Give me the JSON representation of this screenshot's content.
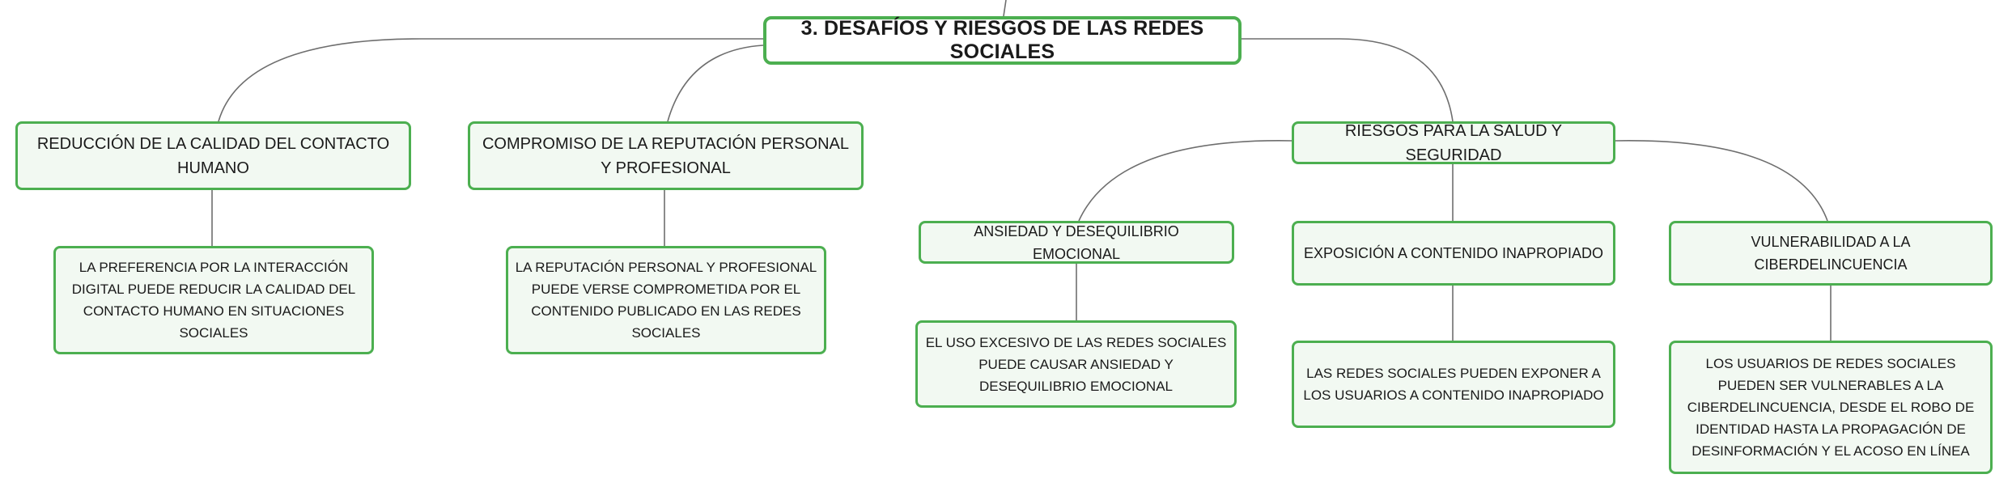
{
  "root": {
    "title": "3. DESAFÍOS Y RIESGOS DE LAS REDES SOCIALES"
  },
  "branches": [
    {
      "title": "REDUCCIÓN DE LA CALIDAD DEL CONTACTO HUMANO",
      "detail": "LA PREFERENCIA POR LA INTERACCIÓN DIGITAL PUEDE REDUCIR LA CALIDAD DEL CONTACTO HUMANO EN SITUACIONES SOCIALES"
    },
    {
      "title": "COMPROMISO DE LA REPUTACIÓN PERSONAL Y PROFESIONAL",
      "detail": "LA REPUTACIÓN PERSONAL Y PROFESIONAL PUEDE VERSE COMPROMETIDA POR EL CONTENIDO PUBLICADO EN LAS REDES SOCIALES"
    },
    {
      "title": "RIESGOS PARA LA SALUD Y SEGURIDAD",
      "children": [
        {
          "title": "ANSIEDAD Y DESEQUILIBRIO EMOCIONAL",
          "detail": "EL USO EXCESIVO DE LAS REDES SOCIALES PUEDE CAUSAR ANSIEDAD Y DESEQUILIBRIO EMOCIONAL"
        },
        {
          "title": "EXPOSICIÓN A CONTENIDO INAPROPIADO",
          "detail": "LAS REDES SOCIALES PUEDEN EXPONER A LOS USUARIOS A CONTENIDO INAPROPIADO"
        },
        {
          "title": "VULNERABILIDAD A LA CIBERDELINCUENCIA",
          "detail": "LOS USUARIOS DE REDES SOCIALES PUEDEN SER VULNERABLES A LA CIBERDELINCUENCIA, DESDE EL ROBO DE IDENTIDAD HASTA LA PROPAGACIÓN DE DESINFORMACIÓN Y EL ACOSO EN LÍNEA"
        }
      ]
    }
  ]
}
